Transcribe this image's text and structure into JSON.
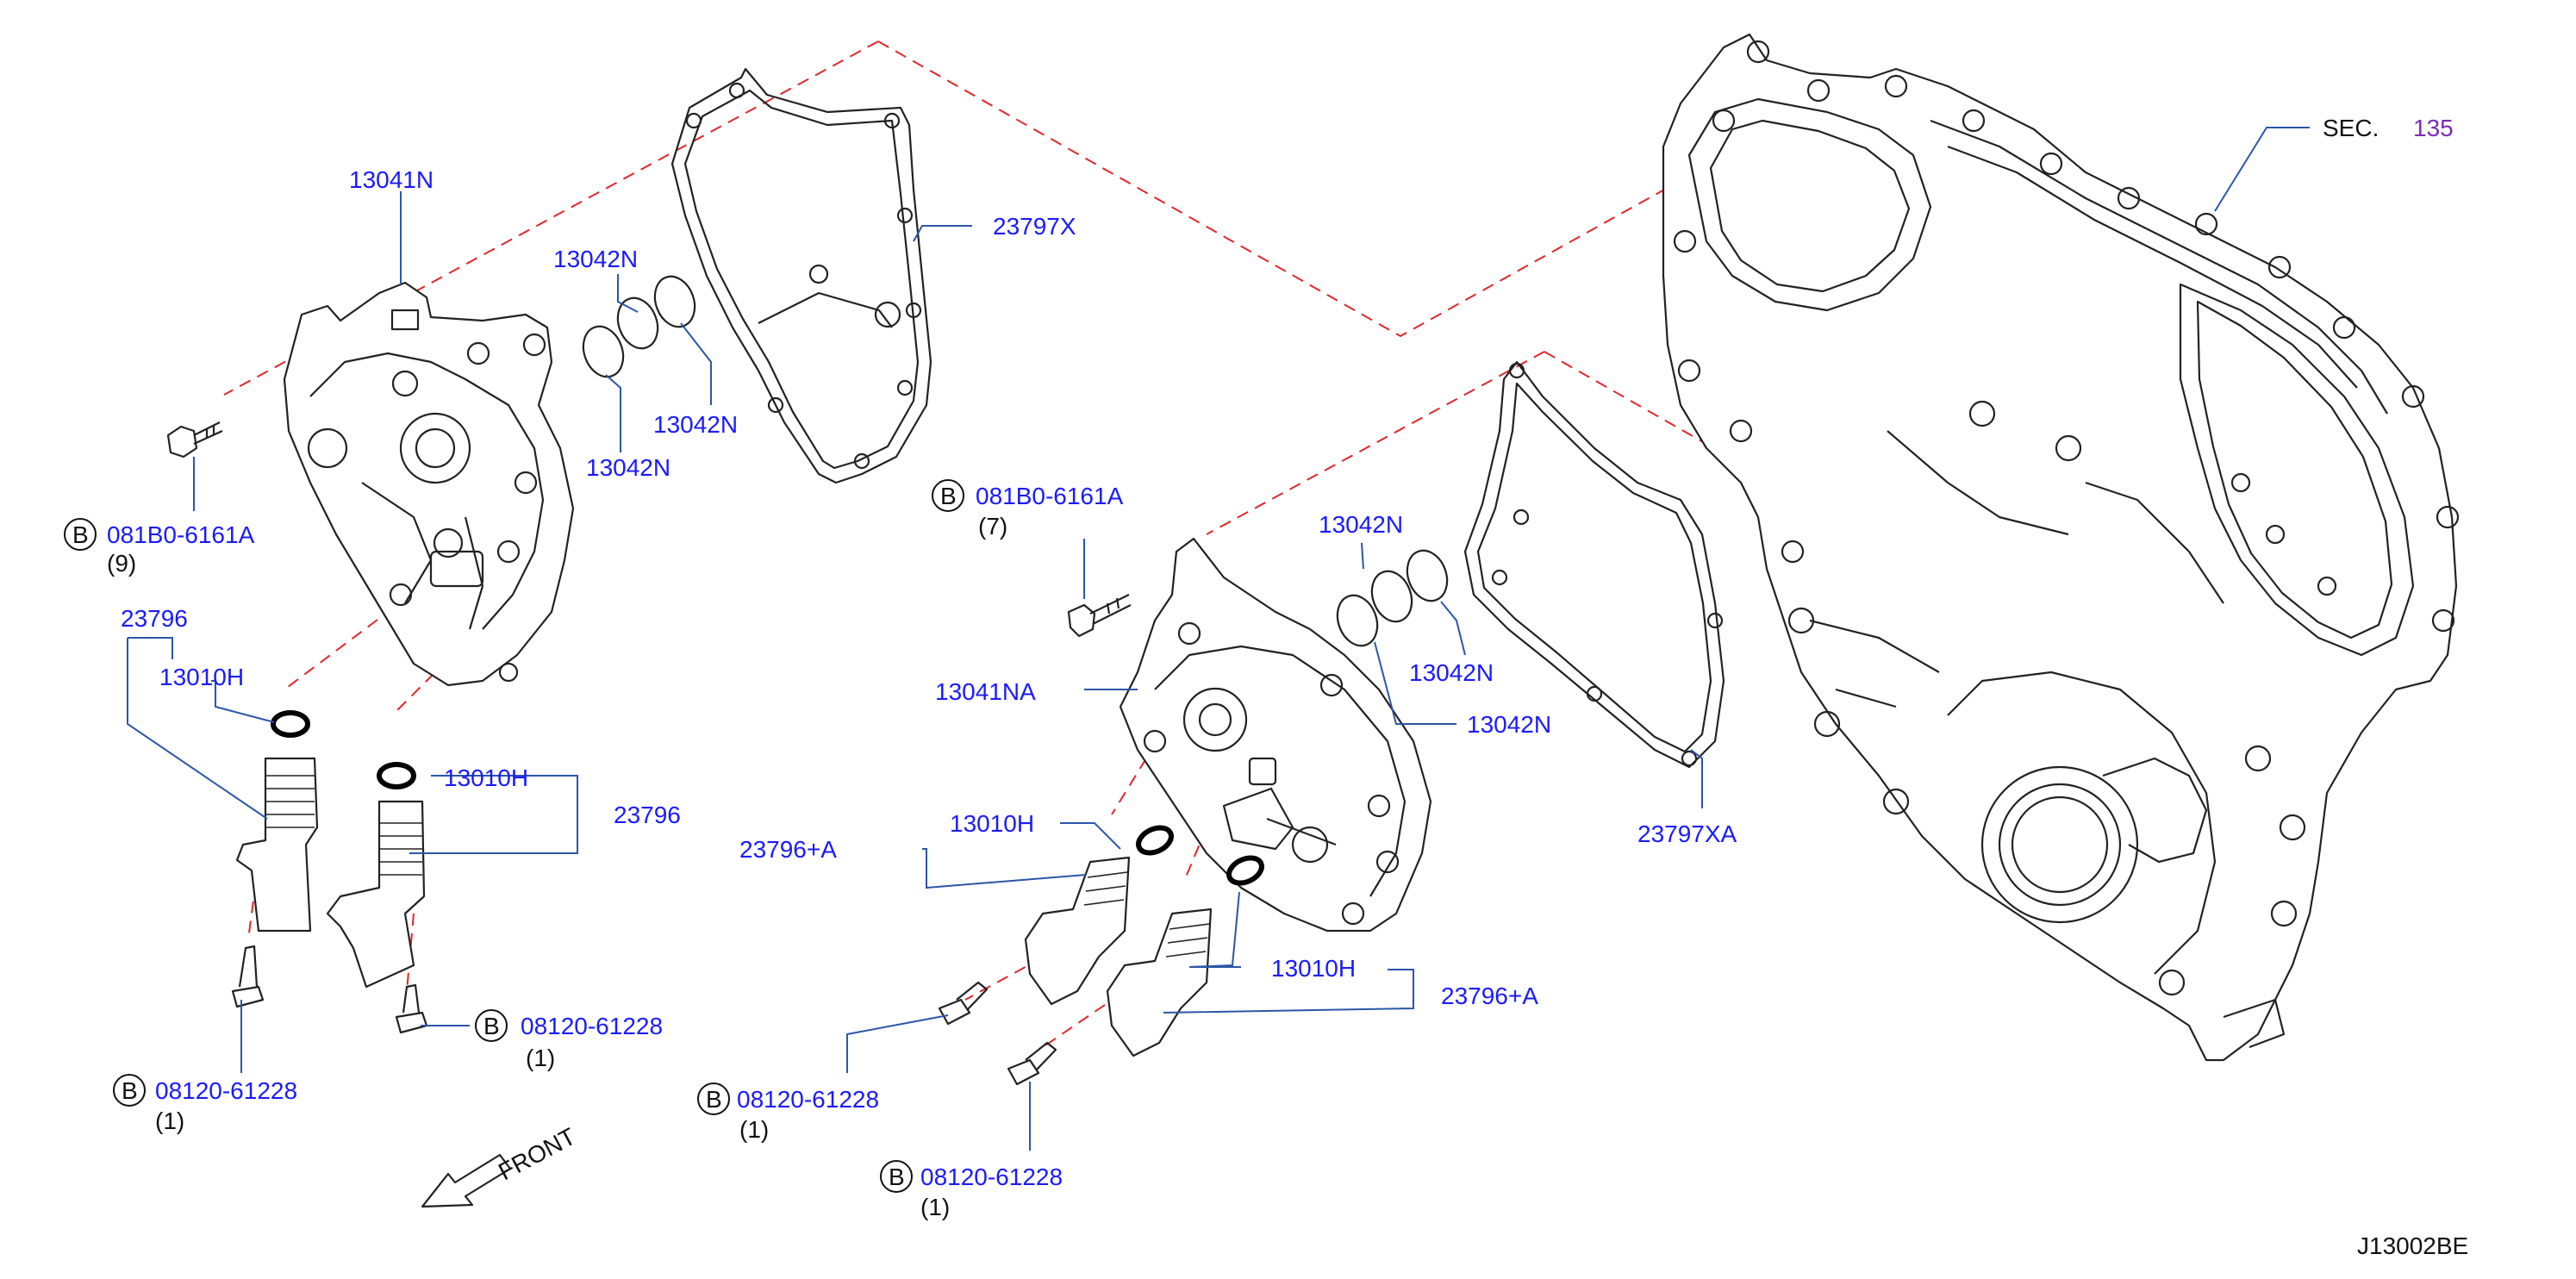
{
  "callouts": {
    "p13041N": "13041N",
    "p23797X": "23797X",
    "p13042N_a": "13042N",
    "p13042N_b": "13042N",
    "p13042N_c": "13042N",
    "b1_part": "081B0-6161A",
    "b1_qty": "(9)",
    "p23796_a": "23796",
    "p13010H_a": "13010H",
    "p13010H_b": "13010H",
    "p23796_b": "23796",
    "b2_part": "08120-61228",
    "b2_qty": "(1)",
    "b3_part": "08120-61228",
    "b3_qty": "(1)",
    "front": "FRONT",
    "b4_part": "081B0-6161A",
    "b4_qty": "(7)",
    "p13042N_d": "13042N",
    "p13042N_e": "13042N",
    "p13042N_f": "13042N",
    "p13041NA": "13041NA",
    "p13010H_c": "13010H",
    "p23796A_a": "23796+A",
    "p13010H_d": "13010H",
    "p23796A_b": "23796+A",
    "b5_part": "08120-61228",
    "b5_qty": "(1)",
    "b6_part": "08120-61228",
    "b6_qty": "(1)",
    "p23797XA": "23797XA",
    "sec_label": "SEC.",
    "sec_num": "135",
    "b_letter": "B",
    "drawing_id": "J13002BE"
  },
  "colors": {
    "part_number": "#1a1aff",
    "leader": "#2b56a8",
    "phantom_line": "#e0262b",
    "section_ref": "#7a2bb8",
    "linework": "#222222"
  }
}
